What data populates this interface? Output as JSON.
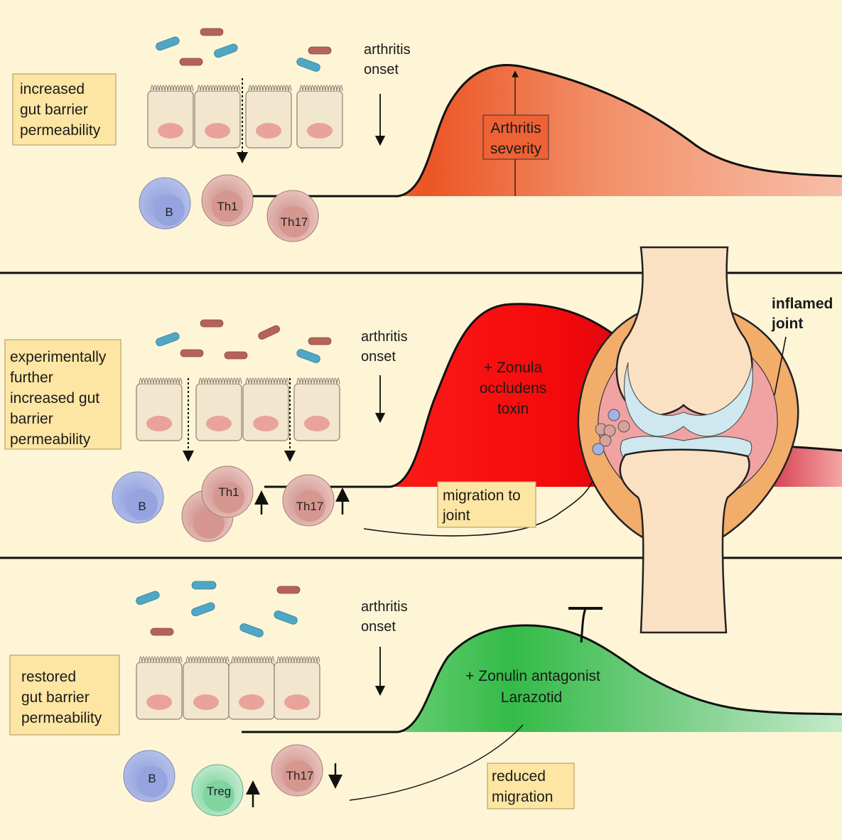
{
  "panels": [
    {
      "box_lines": [
        "increased",
        "gut barrier",
        "permeability"
      ],
      "onset_lines": [
        "arthritis",
        "onset"
      ],
      "curve_lines": [
        "Arthritis",
        "severity"
      ],
      "cells": [
        "B",
        "Th1",
        "Th17"
      ]
    },
    {
      "box_lines": [
        "experimentally",
        "further",
        "increased gut",
        "barrier",
        "permeability"
      ],
      "onset_lines": [
        "arthritis",
        "onset"
      ],
      "curve_lines": [
        "+ Zonula",
        "occludens",
        "toxin"
      ],
      "cells": [
        "B",
        "Th1",
        "Th17"
      ],
      "migration_lines": [
        "migration to",
        "joint"
      ],
      "joint_lines": [
        "inflamed",
        "joint"
      ]
    },
    {
      "box_lines": [
        "restored",
        "gut barrier",
        "permeability"
      ],
      "onset_lines": [
        "arthritis",
        "onset"
      ],
      "curve_lines": [
        "+ Zonulin antagonist",
        "Larazotid"
      ],
      "cells": [
        "B",
        "Treg",
        "Th17"
      ],
      "migration_lines": [
        "reduced",
        "migration"
      ]
    }
  ],
  "colors": {
    "background": "#fdf5d6",
    "label_box": "#fde5a3",
    "severity_red": "#ec5a2c",
    "zot_red": "#d9001a",
    "larazotid_green": "#3cbf4f",
    "bacteria_blue": "#4ea7c4",
    "bacteria_red": "#b5635a",
    "b_cell": "#a3b1e3",
    "t_cell": "#d9a19b",
    "treg_cell": "#8fd9ae"
  },
  "icons": [
    "bacteria-icon",
    "epithelial-cell-icon",
    "knee-joint-icon",
    "inhibition-icon"
  ]
}
